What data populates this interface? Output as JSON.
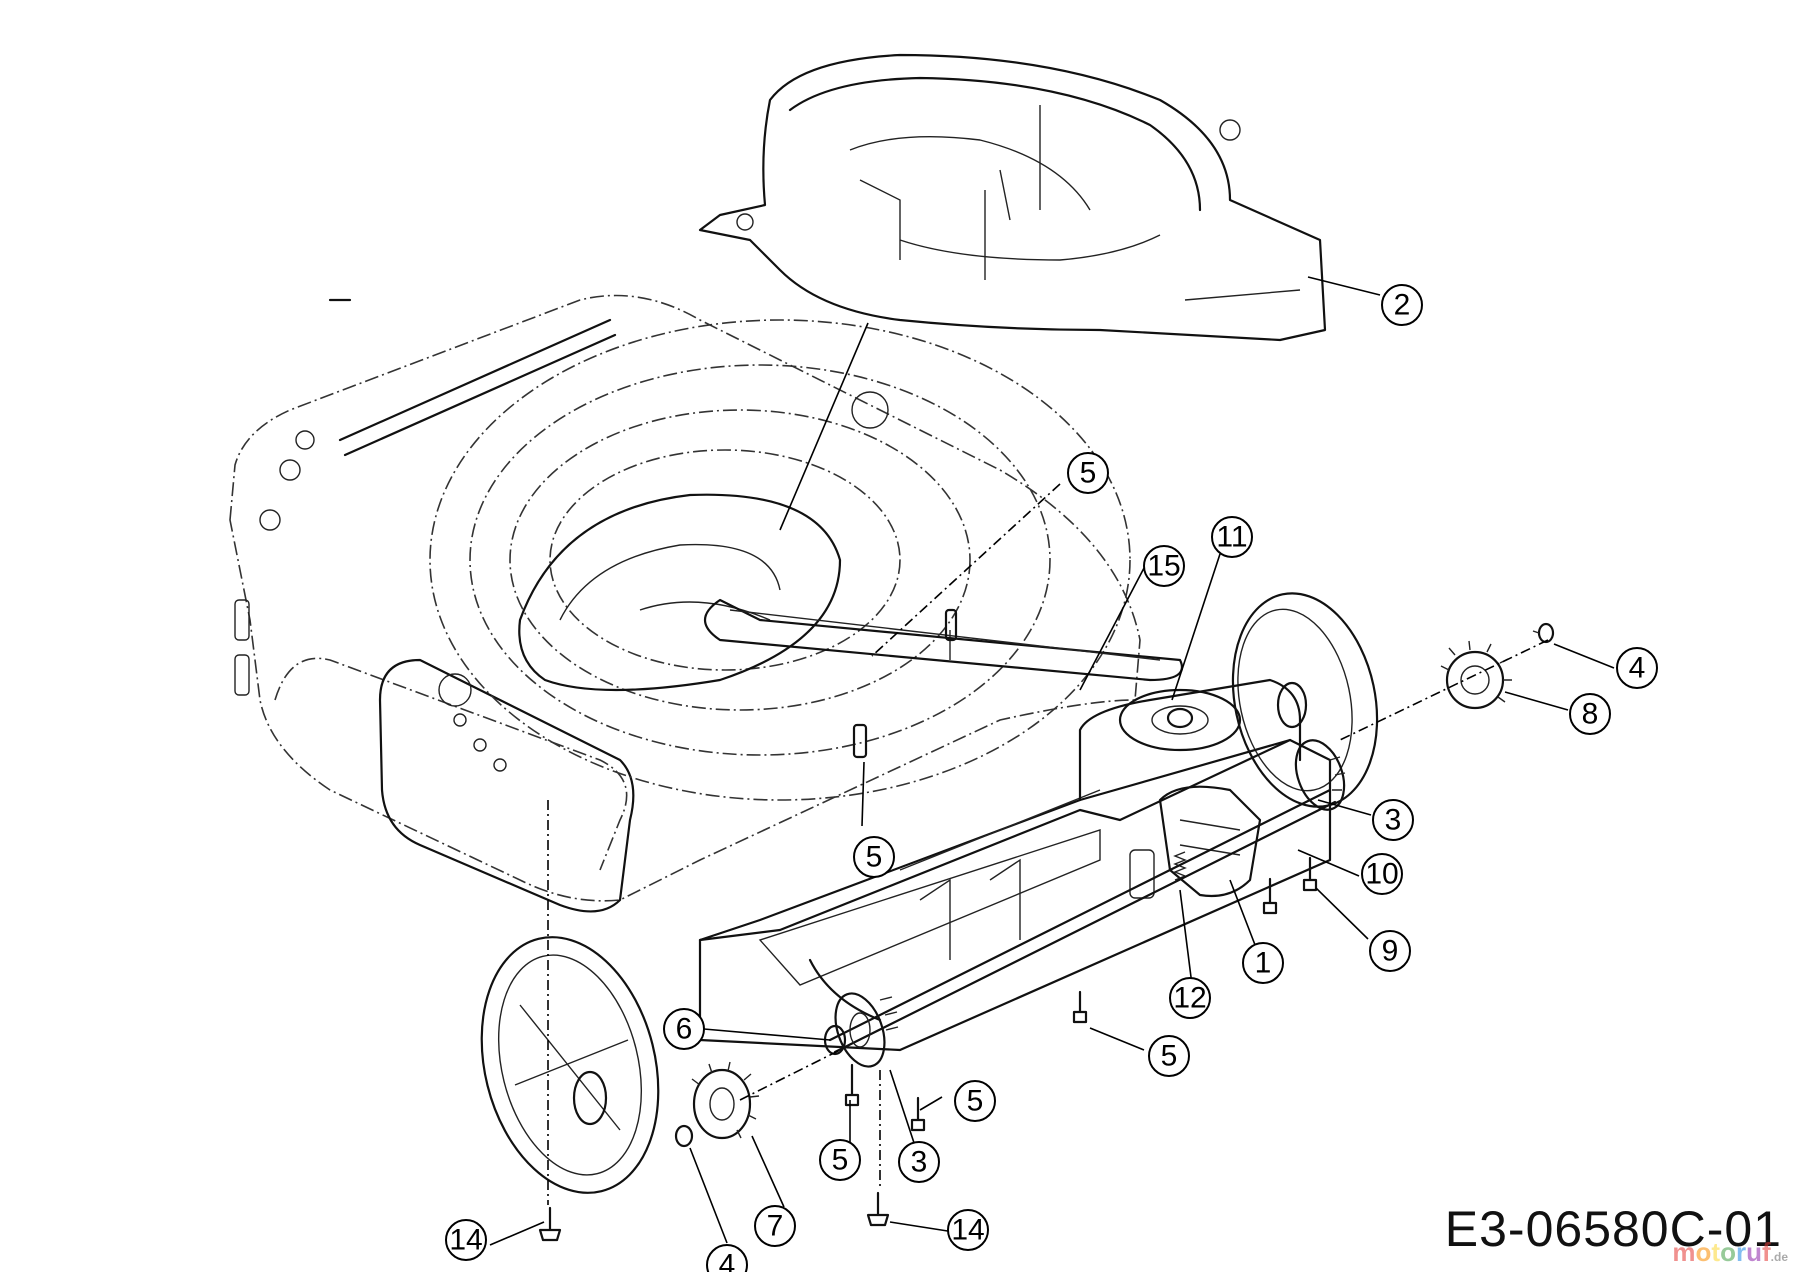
{
  "drawing_code": "E3-06580C-01",
  "watermark": {
    "text": "motoruf",
    "suffix": ".de",
    "colors": [
      "#e53935",
      "#fb8c00",
      "#fdd835",
      "#43a047",
      "#1e88e5",
      "#8e24aa",
      "#e53935"
    ]
  },
  "callouts": [
    {
      "label": "1",
      "part": "gearbox"
    },
    {
      "label": "2",
      "part": "rear-discharge-chute"
    },
    {
      "label": "3",
      "part": "bearing-right"
    },
    {
      "label": "3",
      "part": "bearing-left"
    },
    {
      "label": "4",
      "part": "wheel-cap-right"
    },
    {
      "label": "4",
      "part": "wheel-cap-left"
    },
    {
      "label": "5",
      "part": "screw-deck-upper"
    },
    {
      "label": "5",
      "part": "screw-deck-lower"
    },
    {
      "label": "5",
      "part": "screw-frame-right"
    },
    {
      "label": "5",
      "part": "screw-frame-middle"
    },
    {
      "label": "5",
      "part": "screw-frame-left"
    },
    {
      "label": "6",
      "part": "axle"
    },
    {
      "label": "7",
      "part": "pinion-left"
    },
    {
      "label": "8",
      "part": "pinion-right"
    },
    {
      "label": "9",
      "part": "screw-gearbox"
    },
    {
      "label": "10",
      "part": "drive-frame"
    },
    {
      "label": "11",
      "part": "belt-pulley"
    },
    {
      "label": "12",
      "part": "spring"
    },
    {
      "label": "14",
      "part": "rivet-left"
    },
    {
      "label": "14",
      "part": "rivet-right"
    },
    {
      "label": "15",
      "part": "v-belt"
    }
  ]
}
